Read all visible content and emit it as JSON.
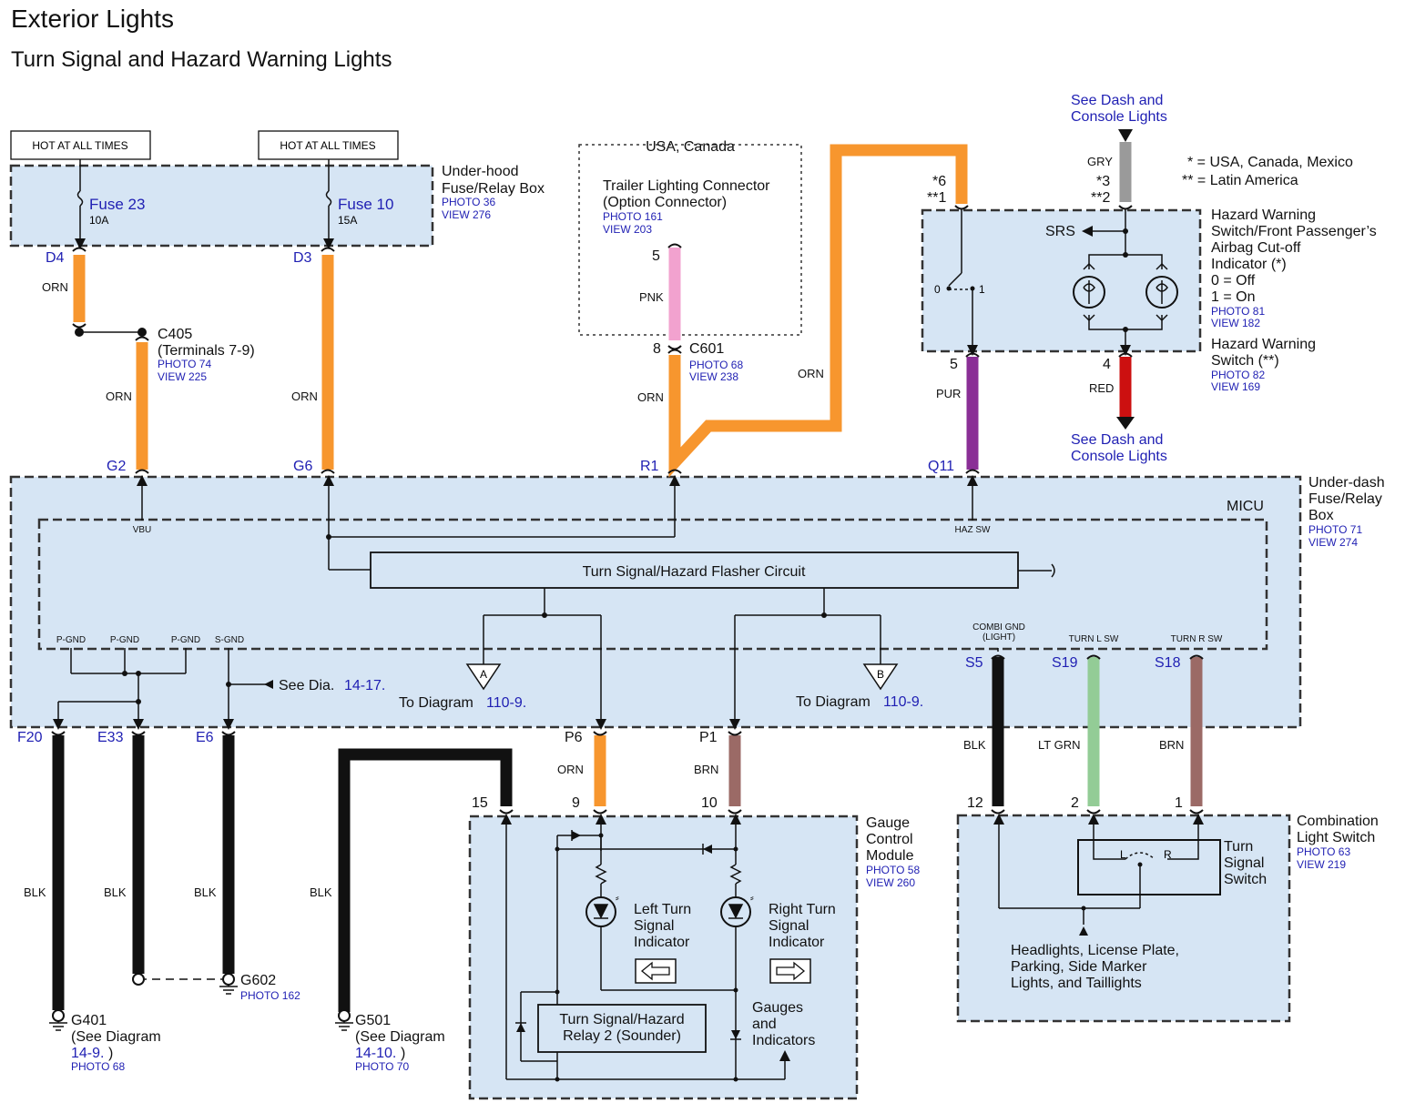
{
  "title": "Exterior Lights",
  "subtitle": "Turn Signal and Hazard Warning Lights",
  "hot_label": "HOT AT ALL TIMES",
  "underhood": {
    "name_1": "Under-hood",
    "name_2": "Fuse/Relay Box",
    "photo": "PHOTO 36",
    "view": "VIEW 276",
    "fuse23": "Fuse 23",
    "fuse23_amp": "10A",
    "fuse10": "Fuse 10",
    "fuse10_amp": "15A",
    "pin_d4": "D4",
    "pin_d3": "D3"
  },
  "c405": {
    "name": "C405",
    "terminals": "(Terminals 7-9)",
    "photo": "PHOTO 74",
    "view": "VIEW 225"
  },
  "trailer": {
    "region": "USA, Canada",
    "name_1": "Trailer Lighting Connector",
    "name_2": "(Option Connector)",
    "photo": "PHOTO 161",
    "view": "VIEW 203",
    "pin5": "5",
    "pin8": "8"
  },
  "c601": {
    "name": "C601",
    "photo": "PHOTO 68",
    "view": "VIEW 238"
  },
  "hazard": {
    "top_link_1": "See Dash and",
    "top_link_2": "Console Lights",
    "bottom_link_1": "See Dash and",
    "bottom_link_2": "Console Lights",
    "legend_1": "* = USA, Canada, Mexico",
    "legend_2": "** = Latin America",
    "pin_star6": "*6",
    "pin_star1": "**1",
    "pin_star3": "*3",
    "pin_star2": "**2",
    "srs": "SRS",
    "pos0": "0",
    "pos1": "1",
    "pin5": "5",
    "pin4": "4",
    "name_1": "Hazard Warning",
    "name_2": "Switch/Front Passenger’s",
    "name_3": "Airbag Cut-off",
    "name_4": "Indicator (*)",
    "name_5": "0 = Off",
    "name_6": "1 = On",
    "photo_a": "PHOTO 81",
    "view_a": "VIEW 182",
    "name2_1": "Hazard Warning",
    "name2_2": "Switch (**)",
    "photo_b": "PHOTO 82",
    "view_b": "VIEW 169"
  },
  "wires": {
    "orn": "ORN",
    "pnk": "PNK",
    "gry": "GRY",
    "pur": "PUR",
    "red": "RED",
    "blk": "BLK",
    "brn": "BRN",
    "ltgrn": "LT GRN"
  },
  "underdash": {
    "name_1": "Under-dash",
    "name_2": "Fuse/Relay",
    "name_3": "Box",
    "photo": "PHOTO 71",
    "view": "VIEW 274",
    "micu": "MICU",
    "pin_g2": "G2",
    "pin_g6": "G6",
    "pin_r1": "R1",
    "pin_q11": "Q11",
    "vbu": "VBU",
    "haz_sw": "HAZ SW",
    "flasher": "Turn Signal/Hazard Flasher Circuit",
    "pgnd": "P-GND",
    "sgnd": "S-GND",
    "combi_gnd_1": "COMBI GND",
    "combi_gnd_2": "(LIGHT)",
    "turn_l_sw": "TURN L SW",
    "turn_r_sw": "TURN R SW",
    "see_dia": "See Dia.",
    "see_dia_num": "14-17.",
    "tri_a": "A",
    "tri_b": "B",
    "to_diagram": "To Diagram",
    "to_diagram_num": "110-9.",
    "pin_s5": "S5",
    "pin_s19": "S19",
    "pin_s18": "S18",
    "pin_f20": "F20",
    "pin_e33": "E33",
    "pin_e6": "E6",
    "pin_p6": "P6",
    "pin_p1": "P1"
  },
  "grounds": {
    "g401": "G401",
    "g401_see": "(See Diagram",
    "g401_num": "14-9.",
    "g401_close": ")",
    "g401_photo": "PHOTO 68",
    "g602": "G602",
    "g602_photo": "PHOTO 162",
    "g501": "G501",
    "g501_see": "(See Diagram",
    "g501_num": "14-10.",
    "g501_close": ")",
    "g501_photo": "PHOTO 70"
  },
  "gauge": {
    "name_1": "Gauge",
    "name_2": "Control",
    "name_3": "Module",
    "photo": "PHOTO 58",
    "view": "VIEW 260",
    "pin15": "15",
    "pin9": "9",
    "pin10": "10",
    "left_1": "Left Turn",
    "left_2": "Signal",
    "left_3": "Indicator",
    "right_1": "Right Turn",
    "right_2": "Signal",
    "right_3": "Indicator",
    "relay_1": "Turn Signal/Hazard",
    "relay_2": "Relay 2 (Sounder)",
    "gauges_1": "Gauges",
    "gauges_2": "and",
    "gauges_3": "Indicators"
  },
  "combo": {
    "name_1": "Combination",
    "name_2": "Light Switch",
    "photo": "PHOTO 63",
    "view": "VIEW 219",
    "pin12": "12",
    "pin2": "2",
    "pin1": "1",
    "sw_1": "Turn",
    "sw_2": "Signal",
    "sw_3": "Switch",
    "pos_l": "L",
    "pos_r": "R",
    "note_1": "Headlights, License Plate,",
    "note_2": "Parking, Side Marker",
    "note_3": "Lights, and Taillights"
  },
  "colors": {
    "orange": "#f7962e",
    "pink": "#f2a2cf",
    "gray": "#9a9a9a",
    "purple": "#8a2f96",
    "red": "#cc1010",
    "black": "#111111",
    "brown": "#9b6a66",
    "ltgreen": "#93cc96",
    "box_fill": "#d6e5f4"
  }
}
